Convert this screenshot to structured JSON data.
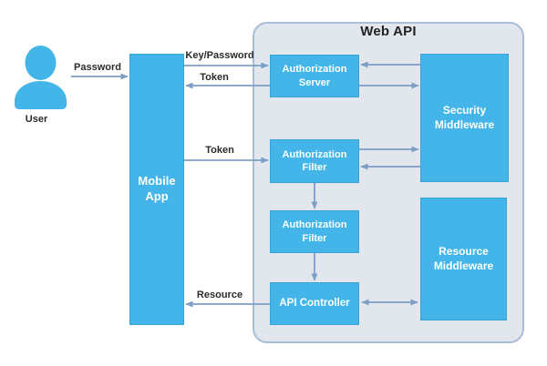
{
  "diagram": {
    "title": "Web API",
    "nodes": {
      "user": "User",
      "mobile_app": "Mobile App",
      "auth_server": "Authorization Server",
      "auth_filter_1": "Authorization Filter",
      "auth_filter_2": "Authorization Filter",
      "api_controller": "API Controller",
      "security_middleware": "Security Middleware",
      "resource_middleware": "Resource Middleware"
    },
    "edge_labels": {
      "password": "Password",
      "key_password": "Key/Password",
      "token_top": "Token",
      "token_mid": "Token",
      "resource": "Resource"
    },
    "edges_semantic": [
      "User -> Mobile App : Password",
      "Mobile App -> Authorization Server : Key/Password",
      "Authorization Server -> Mobile App : Token",
      "Security Middleware -> Authorization Server",
      "Authorization Server -> Security Middleware",
      "Mobile App -> Authorization Filter : Token",
      "Authorization Filter -> Security Middleware",
      "Security Middleware -> Authorization Filter",
      "Authorization Filter -> Authorization Filter (inner)",
      "Authorization Filter (inner) -> API Controller",
      "API Controller <-> Resource Middleware",
      "API Controller -> Mobile App : Resource"
    ],
    "colors": {
      "node_fill": "#43b5e8",
      "node_border": "#3ba3d4",
      "container_fill": "#e2e6ed",
      "container_border": "#a9bdd8",
      "arrow": "#7d9ec6",
      "label_text": "#2b2b2b",
      "node_text": "#ffffff"
    }
  }
}
